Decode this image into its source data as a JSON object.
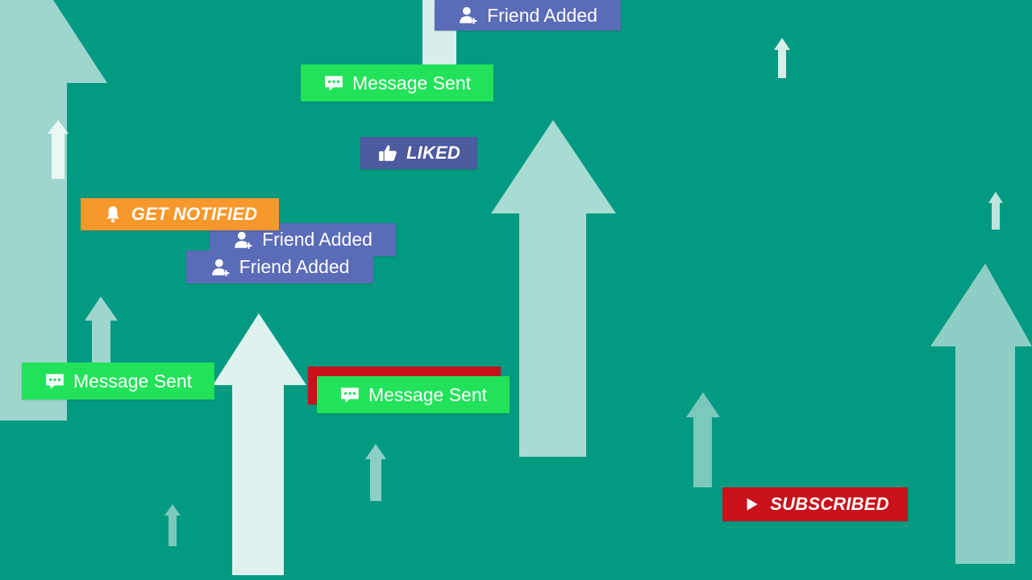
{
  "background_color": "#039a82",
  "badges": {
    "friend_added_top": {
      "label": "Friend Added",
      "icon": "add-user-icon",
      "color": "#5a6cb8"
    },
    "message_sent_top": {
      "label": "Message Sent",
      "icon": "chat-bubble-icon",
      "color": "#22e25a"
    },
    "liked": {
      "label": "LIKED",
      "icon": "thumbs-up-icon",
      "color": "#4c5a9f"
    },
    "get_notified": {
      "label": "GET NOTIFIED",
      "icon": "bell-icon",
      "color": "#f7982c"
    },
    "friend_added_mid1": {
      "label": "Friend Added",
      "icon": "add-user-icon",
      "color": "#5a6cb8"
    },
    "friend_added_mid2": {
      "label": "Friend Added",
      "icon": "add-user-icon",
      "color": "#5a6cb8"
    },
    "message_sent_left": {
      "label": "Message Sent",
      "icon": "chat-bubble-icon",
      "color": "#22e25a"
    },
    "message_sent_center": {
      "label": "Message Sent",
      "icon": "chat-bubble-icon",
      "color": "#22e25a"
    },
    "subscribed": {
      "label": "SUBSCRIBED",
      "icon": "play-icon",
      "color": "#c8111b"
    }
  },
  "arrow_icon": "up-arrow-icon"
}
